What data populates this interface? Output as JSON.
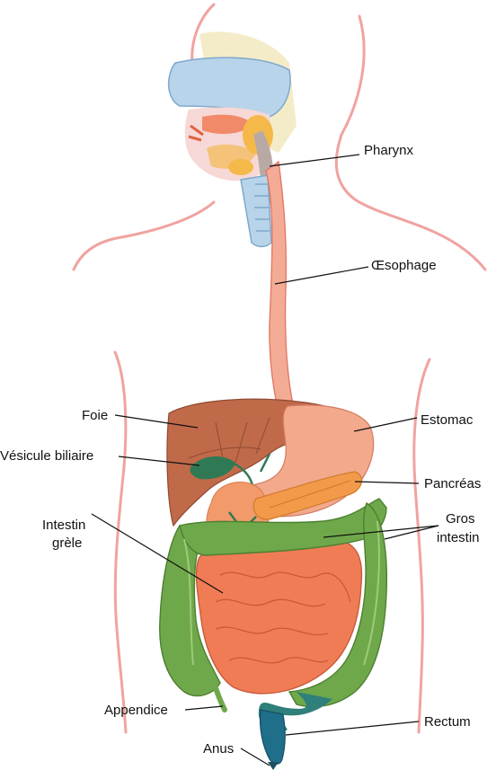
{
  "labels": {
    "pharynx": "Pharynx",
    "oesophage": "Œsophage",
    "foie": "Foie",
    "estomac": "Estomac",
    "vesicule": "Vésicule biliaire",
    "pancreas": "Pancréas",
    "intestin_grele_1": "Intestin",
    "intestin_grele_2": "grèle",
    "gros_intestin_1": "Gros",
    "gros_intestin_2": "intestin",
    "appendice": "Appendice",
    "rectum": "Rectum",
    "anus": "Anus"
  },
  "colors": {
    "body_outline": "#f0a3a0",
    "liver": "#c06a4a",
    "stomach": "#f2a98c",
    "pancreas": "#f29a4a",
    "small_intestine": "#f07c55",
    "large_intestine": "#6fa84a",
    "rectum": "#1f6f8b",
    "gallbladder": "#2f7a55",
    "oesophagus": "#f4ab95",
    "nasal_cavity": "#b7d4ea"
  }
}
